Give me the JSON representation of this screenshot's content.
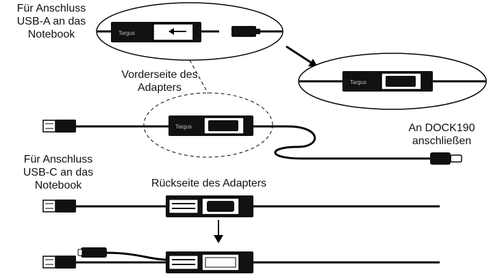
{
  "labels": {
    "usb_a_notebook": [
      "Für Anschluss",
      "USB-A an das",
      "Notebook"
    ],
    "front_side": [
      "Vorderseite des",
      "Adapters"
    ],
    "dock_connect": [
      "An DOCK190",
      "anschließen"
    ],
    "usb_c_notebook": [
      "Für Anschluss",
      "USB-C an das",
      "Notebook"
    ],
    "back_side": "Rückseite des Adapters"
  },
  "brand": "Targus",
  "colors": {
    "line": "#000000",
    "adapter_body": "#111111",
    "background": "#ffffff",
    "brand_text": "#bfbfbf"
  }
}
